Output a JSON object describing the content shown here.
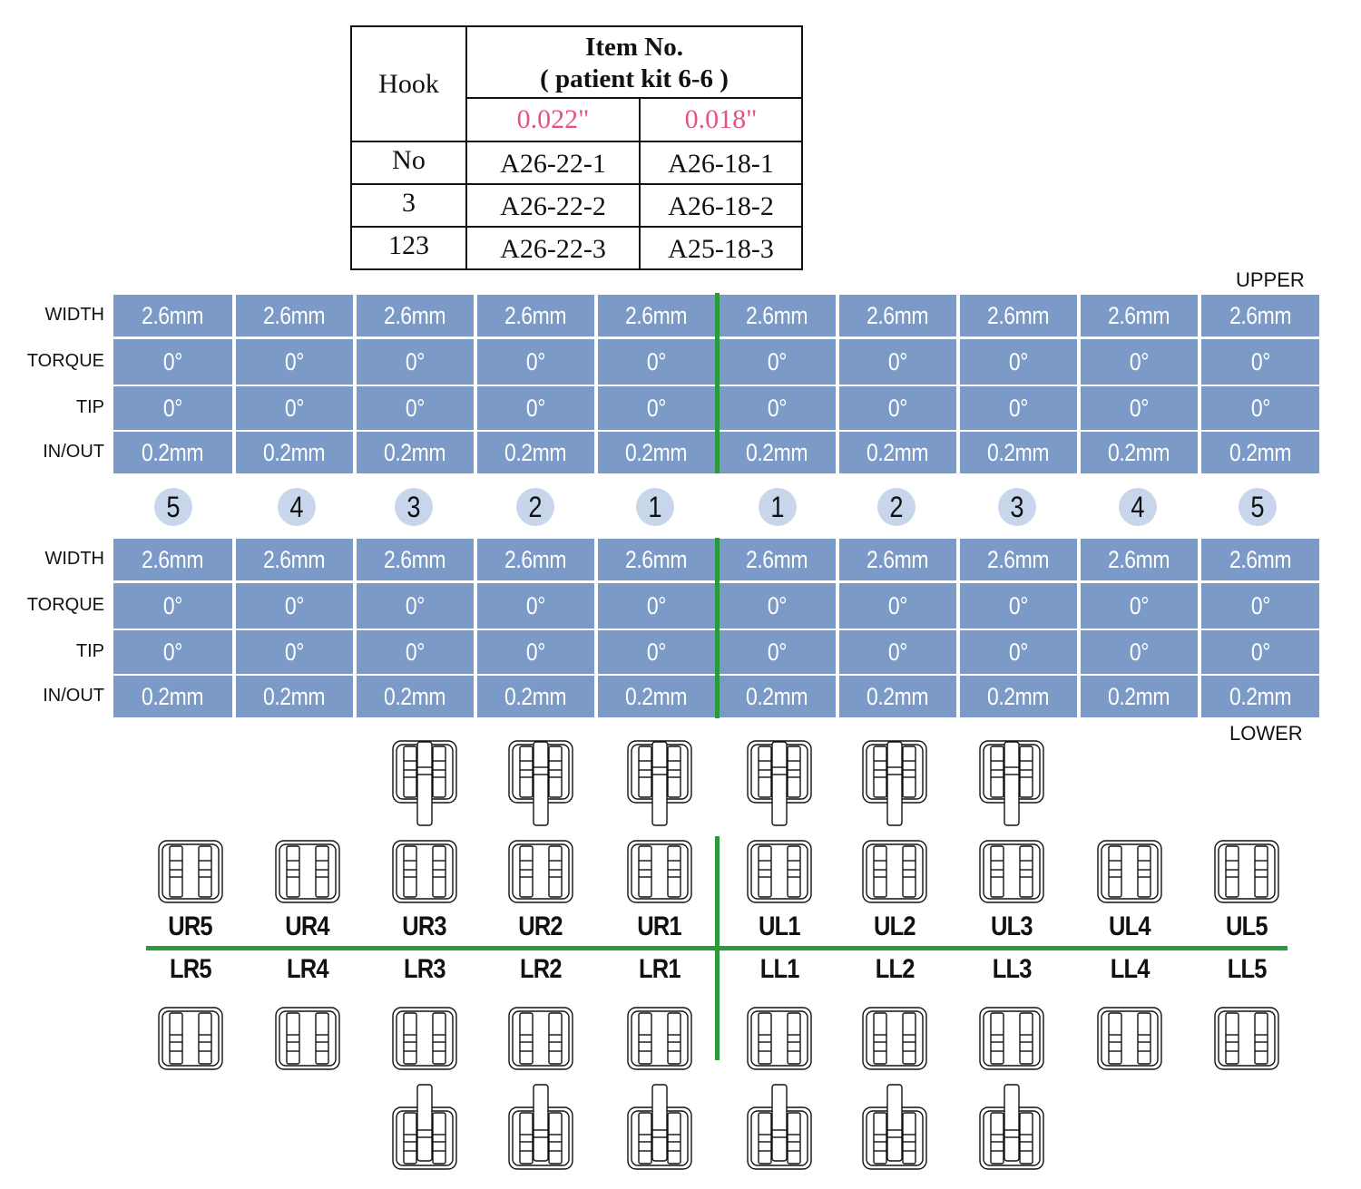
{
  "item_table": {
    "hook_header": "Hook",
    "item_header_line1": "Item No.",
    "item_header_line2": "( patient kit 6-6 )",
    "size_022": "0.022\"",
    "size_018": "0.018\"",
    "rows": [
      {
        "hook": "No",
        "c022": "A26-22-1",
        "c018": "A26-18-1"
      },
      {
        "hook": "3",
        "c022": "A26-22-2",
        "c018": "A26-18-2"
      },
      {
        "hook": "123",
        "c022": "A26-22-3",
        "c018": "A25-18-3"
      }
    ]
  },
  "upper_label": "UPPER",
  "lower_label": "LOWER",
  "row_labels": [
    "WIDTH",
    "TORQUE",
    "TIP",
    "IN/OUT"
  ],
  "upper_values": {
    "width": [
      "2.6mm",
      "2.6mm",
      "2.6mm",
      "2.6mm",
      "2.6mm",
      "2.6mm",
      "2.6mm",
      "2.6mm",
      "2.6mm",
      "2.6mm"
    ],
    "torque": [
      "0°",
      "0°",
      "0°",
      "0°",
      "0°",
      "0°",
      "0°",
      "0°",
      "0°",
      "0°"
    ],
    "tip": [
      "0°",
      "0°",
      "0°",
      "0°",
      "0°",
      "0°",
      "0°",
      "0°",
      "0°",
      "0°"
    ],
    "inout": [
      "0.2mm",
      "0.2mm",
      "0.2mm",
      "0.2mm",
      "0.2mm",
      "0.2mm",
      "0.2mm",
      "0.2mm",
      "0.2mm",
      "0.2mm"
    ]
  },
  "lower_values": {
    "width": [
      "2.6mm",
      "2.6mm",
      "2.6mm",
      "2.6mm",
      "2.6mm",
      "2.6mm",
      "2.6mm",
      "2.6mm",
      "2.6mm",
      "2.6mm"
    ],
    "torque": [
      "0°",
      "0°",
      "0°",
      "0°",
      "0°",
      "0°",
      "0°",
      "0°",
      "0°",
      "0°"
    ],
    "tip": [
      "0°",
      "0°",
      "0°",
      "0°",
      "0°",
      "0°",
      "0°",
      "0°",
      "0°",
      "0°"
    ],
    "inout": [
      "0.2mm",
      "0.2mm",
      "0.2mm",
      "0.2mm",
      "0.2mm",
      "0.2mm",
      "0.2mm",
      "0.2mm",
      "0.2mm",
      "0.2mm"
    ]
  },
  "tooth_numbers": [
    "5",
    "4",
    "3",
    "2",
    "1",
    "1",
    "2",
    "3",
    "4",
    "5"
  ],
  "upper_teeth": [
    "UR5",
    "UR4",
    "UR3",
    "UR2",
    "UR1",
    "UL1",
    "UL2",
    "UL3",
    "UL4",
    "UL5"
  ],
  "lower_teeth": [
    "LR5",
    "LR4",
    "LR3",
    "LR2",
    "LR1",
    "LL1",
    "LL2",
    "LL3",
    "LL4",
    "LL5"
  ],
  "colors": {
    "cell_fill": "#7b9ac8",
    "circle_fill": "#c8d6ec",
    "midline_green": "#2a9a3c",
    "size_pink": "#e5528a"
  }
}
